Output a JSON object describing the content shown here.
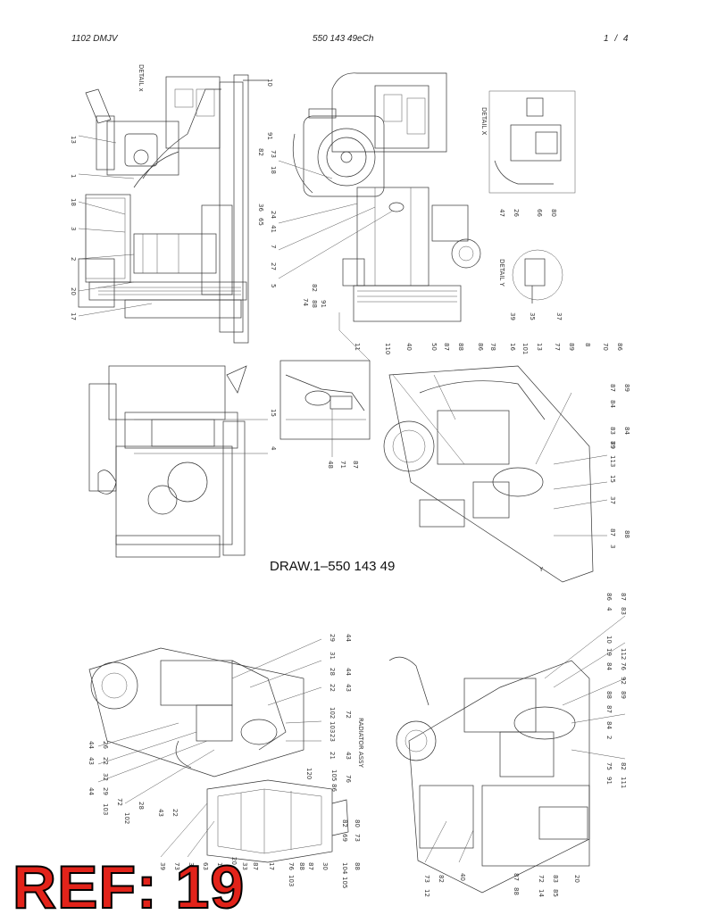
{
  "header": {
    "left": "1102 DMJV",
    "center": "550 143 49eCh",
    "right": "1 / 4"
  },
  "draw_label": "DRAW.1–550 143 49",
  "ref_label": "REF: 19",
  "views": {
    "top_left": {
      "callouts": [
        "13",
        "1",
        "18",
        "3",
        "2",
        "20",
        "17",
        "10",
        "DETAIL x",
        "82",
        "73",
        "91",
        "24",
        "41",
        "65",
        "36"
      ]
    },
    "top_middle": {
      "callouts": [
        "18",
        "7",
        "27",
        "5",
        "74",
        "82",
        "88",
        "91",
        "11"
      ]
    },
    "detail_x": {
      "title": "DETAIL X",
      "callouts": [
        "47",
        "26",
        "66",
        "80"
      ]
    },
    "detail_y": {
      "title": "DETAIL Y",
      "callouts": [
        "39",
        "35",
        "37"
      ]
    },
    "middle_left": {
      "callouts": [
        "15",
        "4"
      ]
    },
    "middle_inset": {
      "callouts": [
        "48",
        "71",
        "87"
      ]
    },
    "middle_right": {
      "callouts": [
        "110",
        "40",
        "50",
        "87",
        "88",
        "86",
        "78",
        "16",
        "101",
        "13",
        "77",
        "89",
        "8",
        "70",
        "86",
        "84",
        "87",
        "89",
        "83",
        "79",
        "84",
        "113",
        "89",
        "15",
        "37",
        "87",
        "3",
        "88",
        "Y"
      ]
    },
    "bottom_left": {
      "title": "RADIATOR ASSY",
      "callouts": [
        "29",
        "44",
        "31",
        "28",
        "44",
        "22",
        "43",
        "102",
        "103",
        "72",
        "23",
        "21",
        "43",
        "26",
        "44",
        "43",
        "22",
        "32",
        "29",
        "103",
        "102",
        "72",
        "28",
        "43",
        "22",
        "44",
        "120",
        "105",
        "86",
        "76",
        "82",
        "80",
        "73",
        "69",
        "87",
        "30",
        "104",
        "105",
        "88",
        "39",
        "73",
        "35",
        "63",
        "11",
        "20",
        "17",
        "33",
        "87",
        "76",
        "103",
        "88"
      ]
    },
    "bottom_right": {
      "callouts": [
        "86",
        "4",
        "83",
        "87",
        "10",
        "19",
        "112",
        "84",
        "76",
        "92",
        "88",
        "87",
        "89",
        "84",
        "2",
        "91",
        "75",
        "82",
        "111",
        "73",
        "12",
        "82",
        "40",
        "87",
        "88",
        "72",
        "14",
        "83",
        "85",
        "20"
      ]
    }
  }
}
